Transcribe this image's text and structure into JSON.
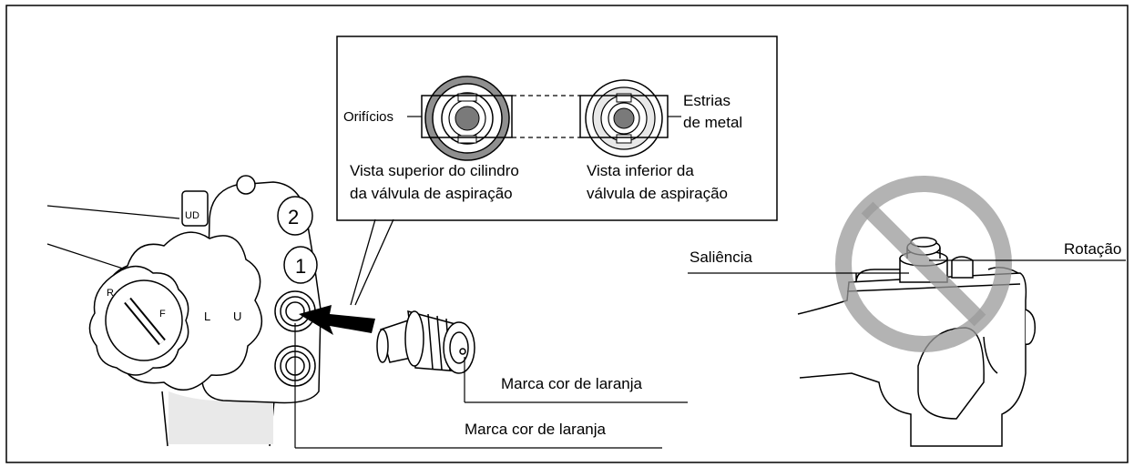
{
  "inset": {
    "label_holes": "Orifícios",
    "label_metal_line1": "Estrias",
    "label_metal_line2": "de metal",
    "caption_top_line1": "Vista superior do cilindro",
    "caption_top_line2": "da válvula de aspiração",
    "caption_bottom_line1": "Vista inferior da",
    "caption_bottom_line2": "válvula de aspiração"
  },
  "control_section": {
    "button_1": "1",
    "button_2": "2",
    "knob_mark_r": "R",
    "knob_mark_l": "L",
    "knob_mark_u": "U",
    "knob_mark_f": "F",
    "lock_mark": "UD",
    "label_orange_mark_valve": "Marca cor de laranja",
    "label_orange_mark_cylinder": "Marca cor de laranja"
  },
  "prohibited_view": {
    "label_protrusion": "Saliência",
    "label_rotation": "Rotação"
  }
}
